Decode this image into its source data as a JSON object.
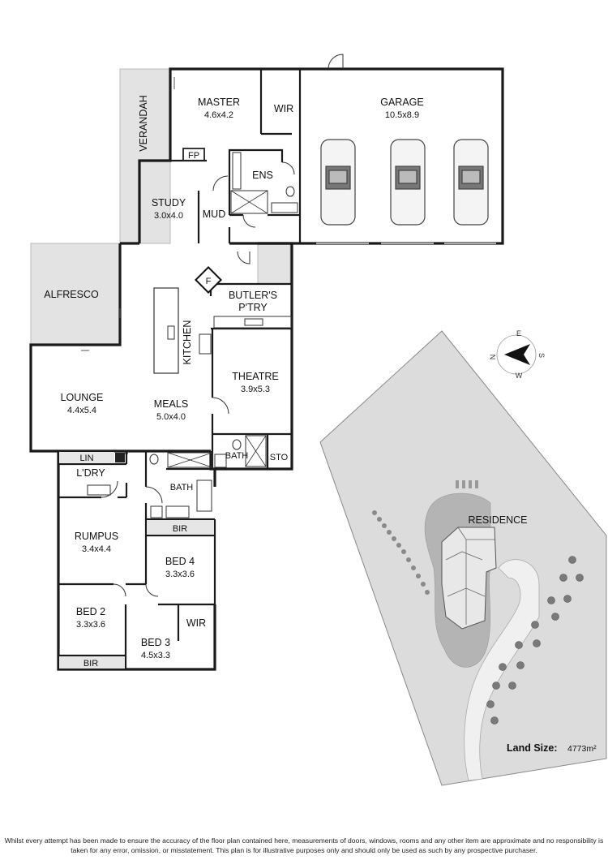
{
  "rooms": {
    "verandah": {
      "name": "VERANDAH"
    },
    "master": {
      "name": "MASTER",
      "size": "4.6x4.2"
    },
    "wir_master": {
      "name": "WIR"
    },
    "garage": {
      "name": "GARAGE",
      "size": "10.5x8.9"
    },
    "fp": {
      "name": "FP"
    },
    "ens": {
      "name": "ENS"
    },
    "study": {
      "name": "STUDY",
      "size": "3.0x4.0"
    },
    "mud": {
      "name": "MUD"
    },
    "alfresco": {
      "name": "ALFRESCO"
    },
    "fridge": {
      "name": "F"
    },
    "butlers": {
      "name_line1": "BUTLER'S",
      "name_line2": "P'TRY"
    },
    "kitchen": {
      "name": "KITCHEN"
    },
    "theatre": {
      "name": "THEATRE",
      "size": "3.9x5.3"
    },
    "lounge": {
      "name": "LOUNGE",
      "size": "4.4x5.4"
    },
    "meals": {
      "name": "MEALS",
      "size": "5.0x4.0"
    },
    "bath_theatre": {
      "name": "BATH"
    },
    "sto": {
      "name": "STO"
    },
    "lin": {
      "name": "LIN"
    },
    "ldry": {
      "name": "L'DRY"
    },
    "bath_main": {
      "name": "BATH"
    },
    "rumpus": {
      "name": "RUMPUS",
      "size": "3.4x4.4"
    },
    "bir_bed4": {
      "name": "BIR"
    },
    "bed4": {
      "name": "BED 4",
      "size": "3.3x3.6"
    },
    "bed2": {
      "name": "BED 2",
      "size": "3.3x3.6"
    },
    "bed3": {
      "name": "BED 3",
      "size": "4.5x3.3"
    },
    "wir_bed3": {
      "name": "WIR"
    },
    "bir_bed2": {
      "name": "BIR"
    }
  },
  "site": {
    "residence_label": "RESIDENCE",
    "compass": {
      "n": "N",
      "s": "S",
      "e": "E",
      "w": "W"
    }
  },
  "land": {
    "label": "Land Size:",
    "value": "4773m²"
  },
  "disclaimer": "Whilst every attempt has been made to ensure the accuracy of the floor plan contained here, measurements of doors, windows, rooms and any other item are approximate and no responsibility is taken for any error, omission, or misstatement. This plan is for illustrative purposes only and should only be used as such by any prospective purchaser."
}
